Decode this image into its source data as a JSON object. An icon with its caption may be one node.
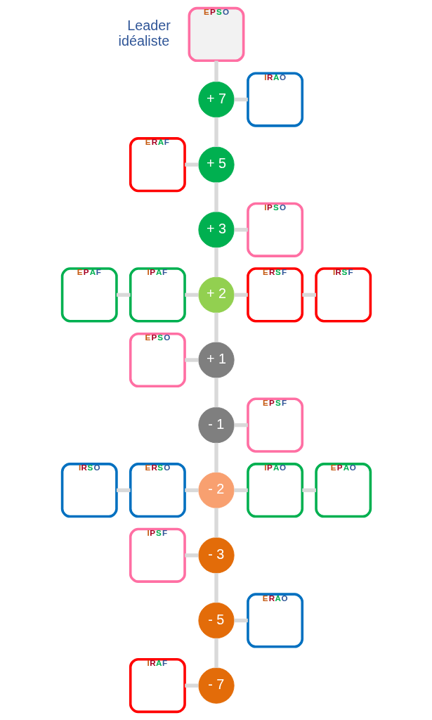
{
  "diagram": {
    "nodes": [
      {
        "text": [
          "EPSO"
        ],
        "beside": [
          "Leader idéaliste"
        ]
      },
      {
        "text": [
          "+ 7"
        ]
      },
      {
        "text": [
          "IRAO"
        ]
      },
      {
        "text": [
          "ERAF"
        ]
      },
      {
        "text": [
          "+ 5"
        ]
      },
      {
        "text": [
          "IPSO"
        ]
      },
      {
        "text": [
          "+ 3"
        ]
      },
      {
        "text": [
          "EPAF"
        ]
      },
      {
        "text": [
          "IPAF"
        ]
      },
      {
        "text": [
          "+ 2"
        ]
      },
      {
        "text": [
          "ERSF"
        ]
      },
      {
        "text": [
          "IRSF"
        ]
      },
      {
        "text": [
          "EPSO"
        ]
      },
      {
        "text": [
          "+ 1"
        ]
      },
      {
        "text": [
          "EPSF"
        ]
      },
      {
        "text": [
          "- 1"
        ]
      },
      {
        "text": [
          "IRSO"
        ]
      },
      {
        "text": [
          "ERSO"
        ]
      },
      {
        "text": [
          "- 2"
        ]
      },
      {
        "text": [
          "IPAO"
        ]
      },
      {
        "text": [
          "EPAO"
        ]
      },
      {
        "text": [
          "IPSF"
        ]
      },
      {
        "text": [
          "- 3"
        ]
      },
      {
        "text": [
          "- 5"
        ]
      },
      {
        "text": [
          "ERAO"
        ]
      },
      {
        "text": [
          "- 7"
        ]
      },
      {
        "text": [
          "IRAF"
        ]
      }
    ],
    "edges": [
      {
        "from": 0,
        "to": 1,
        "arrow": "none"
      },
      {
        "from": 1,
        "to": 2,
        "arrow": "none"
      },
      {
        "from": 3,
        "to": 4,
        "arrow": "none"
      },
      {
        "from": 1,
        "to": 4,
        "arrow": "none"
      },
      {
        "from": 4,
        "to": 6,
        "arrow": "none"
      },
      {
        "from": 6,
        "to": 5,
        "arrow": "none"
      },
      {
        "from": 6,
        "to": 9,
        "arrow": "none"
      },
      {
        "from": 7,
        "to": 8,
        "arrow": "none"
      },
      {
        "from": 8,
        "to": 9,
        "arrow": "none"
      },
      {
        "from": 9,
        "to": 10,
        "arrow": "none"
      },
      {
        "from": 10,
        "to": 11,
        "arrow": "none"
      },
      {
        "from": 9,
        "to": 13,
        "arrow": "none"
      },
      {
        "from": 12,
        "to": 13,
        "arrow": "none"
      },
      {
        "from": 13,
        "to": 15,
        "arrow": "none"
      },
      {
        "from": 15,
        "to": 14,
        "arrow": "none"
      },
      {
        "from": 15,
        "to": 18,
        "arrow": "none"
      },
      {
        "from": 16,
        "to": 17,
        "arrow": "none"
      },
      {
        "from": 17,
        "to": 18,
        "arrow": "none"
      },
      {
        "from": 18,
        "to": 19,
        "arrow": "none"
      },
      {
        "from": 19,
        "to": 20,
        "arrow": "none"
      },
      {
        "from": 18,
        "to": 22,
        "arrow": "none"
      },
      {
        "from": 21,
        "to": 22,
        "arrow": "none"
      },
      {
        "from": 22,
        "to": 23,
        "arrow": "none"
      },
      {
        "from": 23,
        "to": 24,
        "arrow": "none"
      },
      {
        "from": 23,
        "to": 25,
        "arrow": "none"
      },
      {
        "from": 26,
        "to": 25,
        "arrow": "none"
      }
    ]
  }
}
